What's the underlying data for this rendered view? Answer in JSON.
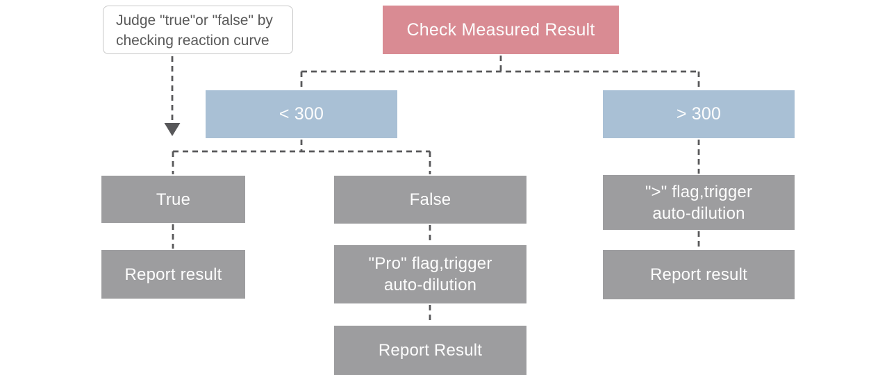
{
  "diagram": {
    "title_node": "Check Measured Result",
    "note": {
      "line1": "Judge \"true\"or \"false\" by",
      "line2": "checking reaction curve"
    },
    "nodes": {
      "check": "Check Measured Result",
      "lt300": "< 300",
      "gt300": "> 300",
      "true_branch": "True",
      "false_branch": "False",
      "gt_flag_line1": "\">\" flag,trigger",
      "gt_flag_line2": "auto-dilution",
      "pro_flag_line1": "\"Pro\" flag,trigger",
      "pro_flag_line2": "auto-dilution",
      "report_left": "Report result",
      "report_right": "Report result",
      "report_bottom": "Report Result"
    },
    "colors": {
      "root_box": "#d98b93",
      "decision_box": "#a9c0d5",
      "action_box": "#9d9d9f",
      "connector": "#58585a",
      "note_border": "#c8c8c8",
      "note_text": "#595959",
      "box_text": "#fdfdfd",
      "background": "#ffffff"
    },
    "connector_style": "dashed"
  }
}
